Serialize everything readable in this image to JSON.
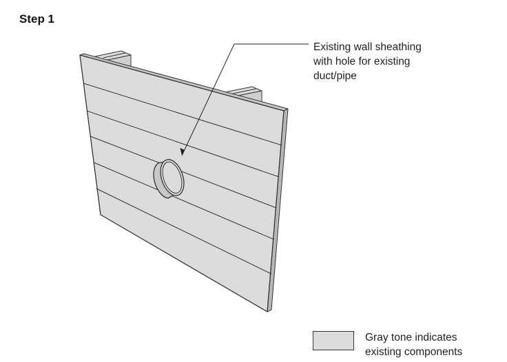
{
  "step_title": "Step 1",
  "callout": {
    "lines": [
      "Existing wall sheathing",
      "with hole for existing",
      "duct/pipe"
    ]
  },
  "legend": {
    "lines": [
      "Gray tone indicates",
      "existing components"
    ],
    "swatch_color": "#dcdcdc"
  },
  "colors": {
    "existing_fill": "#dcdcdc",
    "edge_fill": "#c4c4c4",
    "line": "#333333"
  }
}
